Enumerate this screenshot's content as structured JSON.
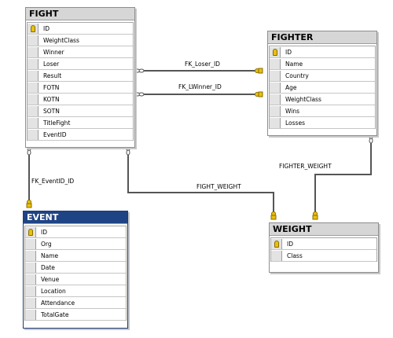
{
  "tables": {
    "fight": {
      "title": "FIGHT",
      "columns": [
        {
          "name": "ID",
          "key": true
        },
        {
          "name": "WeightClass",
          "key": false
        },
        {
          "name": "Winner",
          "key": false
        },
        {
          "name": "Loser",
          "key": false
        },
        {
          "name": "Result",
          "key": false
        },
        {
          "name": "FOTN",
          "key": false
        },
        {
          "name": "KOTN",
          "key": false
        },
        {
          "name": "SOTN",
          "key": false
        },
        {
          "name": "TitleFight",
          "key": false
        },
        {
          "name": "EventID",
          "key": false
        }
      ]
    },
    "fighter": {
      "title": "FIGHTER",
      "columns": [
        {
          "name": "ID",
          "key": true
        },
        {
          "name": "Name",
          "key": false
        },
        {
          "name": "Country",
          "key": false
        },
        {
          "name": "Age",
          "key": false
        },
        {
          "name": "WeightClass",
          "key": false
        },
        {
          "name": "Wins",
          "key": false
        },
        {
          "name": "Losses",
          "key": false
        }
      ]
    },
    "event": {
      "title": "EVENT",
      "columns": [
        {
          "name": "ID",
          "key": true
        },
        {
          "name": "Org",
          "key": false
        },
        {
          "name": "Name",
          "key": false
        },
        {
          "name": "Date",
          "key": false
        },
        {
          "name": "Venue",
          "key": false
        },
        {
          "name": "Location",
          "key": false
        },
        {
          "name": "Attendance",
          "key": false
        },
        {
          "name": "TotalGate",
          "key": false
        }
      ]
    },
    "weight": {
      "title": "WEIGHT",
      "columns": [
        {
          "name": "ID",
          "key": true
        },
        {
          "name": "Class",
          "key": false
        }
      ]
    }
  },
  "relationships": {
    "fk_loser_id": "FK_Loser_ID",
    "fk_lwinner_id": "FK_LWinner_ID",
    "fk_eventid_id": "FK_EventID_ID",
    "fight_weight": "FIGHT_WEIGHT",
    "fighter_weight": "FIGHTER_WEIGHT"
  },
  "colors": {
    "line": "#555555",
    "key": "#e8c10c",
    "selected_title": "#1f4485"
  }
}
